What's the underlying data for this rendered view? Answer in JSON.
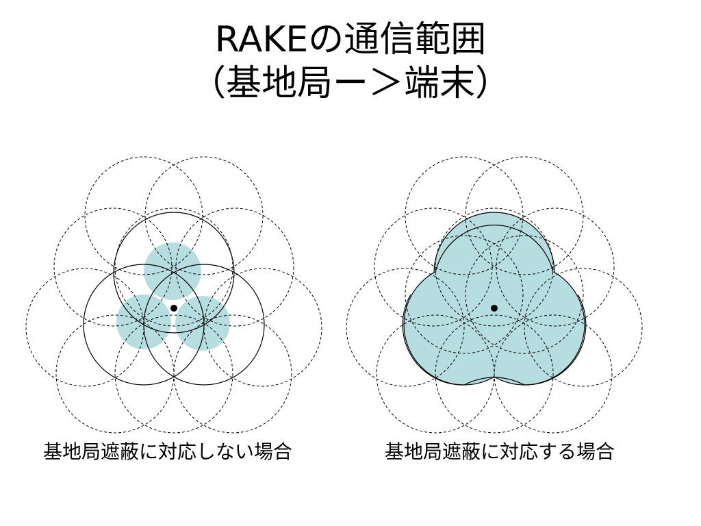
{
  "slide": {
    "title_line1": "RAKEの通信範囲",
    "title_line2": "（基地局ー＞端末）",
    "caption_left": "基地局遮蔽に対応しない場合",
    "caption_right": "基地局遮蔽に対応する場合"
  },
  "colors": {
    "coverage_fill": "#b6dde0",
    "stroke": "#000000",
    "background": "#ffffff"
  }
}
